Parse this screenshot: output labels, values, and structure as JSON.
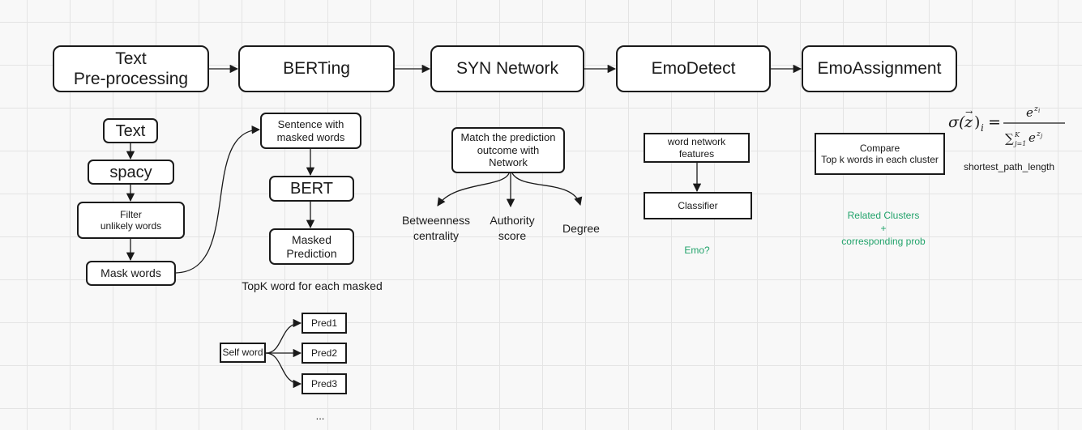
{
  "stages": {
    "preprocessing": "Text\nPre-processing",
    "berting": "BERTing",
    "syn_network": "SYN Network",
    "emodetect": "EmoDetect",
    "emoassignment": "EmoAssignment"
  },
  "preprocessing": {
    "text": "Text",
    "spacy": "spacy",
    "filter": "Filter\nunlikely words",
    "mask": "Mask words"
  },
  "berting": {
    "sentence": "Sentence with\nmasked words",
    "bert": "BERT",
    "prediction": "Masked\nPrediction",
    "topk": "TopK word for each masked"
  },
  "expansion": {
    "self_word": "Self word",
    "preds": [
      "Pred1",
      "Pred2",
      "Pred3"
    ],
    "ellipsis": "..."
  },
  "syn": {
    "match": "Match the prediction\noutcome with\nNetwork",
    "betweenness": "Betweenness\ncentrality",
    "authority": "Authority\nscore",
    "degree": "Degree"
  },
  "emodetect": {
    "features": "word network\nfeatures",
    "classifier": "Classifier",
    "emo": "Emo?"
  },
  "emoassign": {
    "compare": "Compare\nTop k words in each cluster",
    "related": "Related Clusters\n+\ncorresponding prob",
    "shortest": "shortest_path_length"
  },
  "colors": {
    "line": "#1a1a1a",
    "accent_green": "#22a36b",
    "grid": "#e4e4e4",
    "background": "#f8f8f8"
  }
}
